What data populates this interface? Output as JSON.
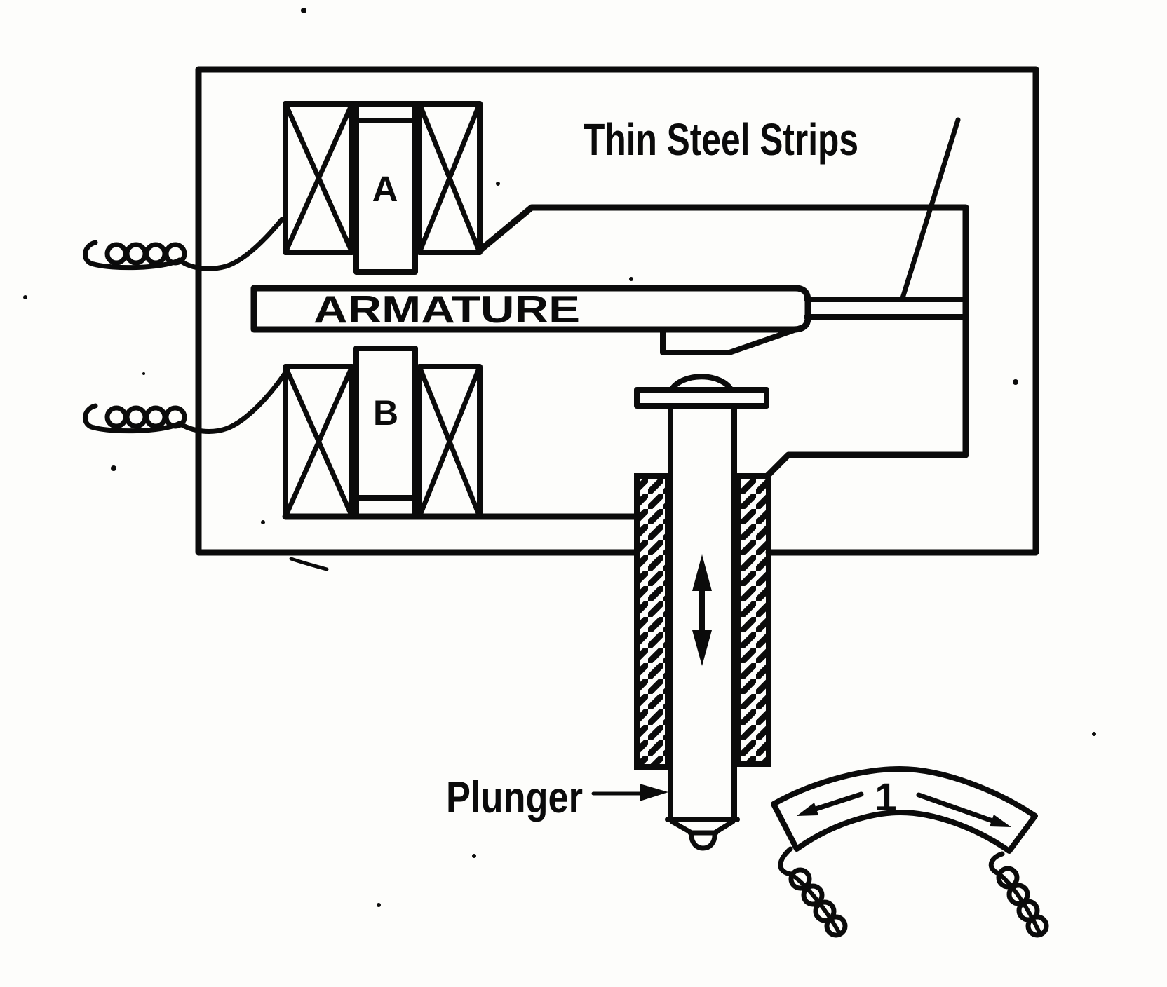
{
  "diagram": {
    "kind": "electromechanical vibrator cross-section",
    "labels": {
      "coil_a": "A",
      "coil_b": "B",
      "armature": "ARMATURE",
      "thin_steel_strips": "Thin Steel Strips",
      "plunger": "Plunger",
      "reed_contact": "1"
    }
  },
  "colors": {
    "ink": "#0b0b0b",
    "paper": "#fdfdfb"
  }
}
